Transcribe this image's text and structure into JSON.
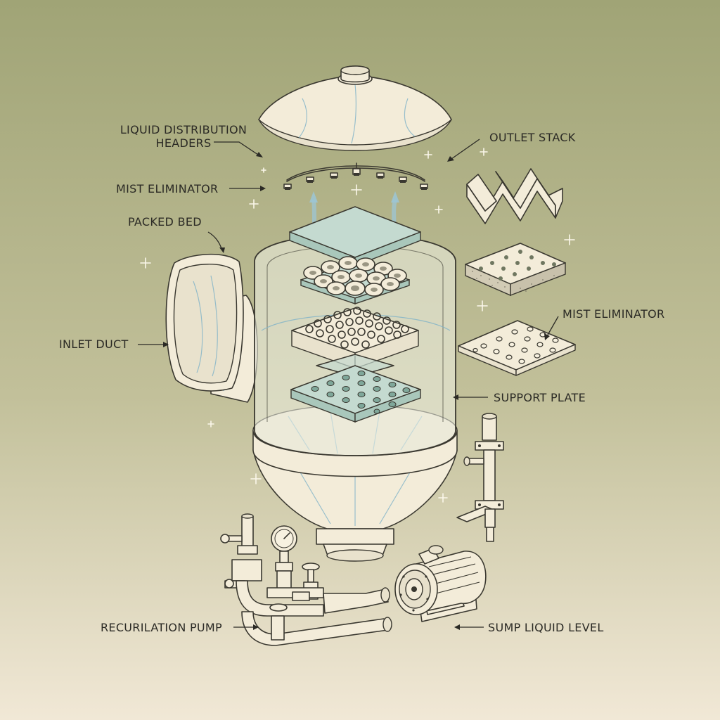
{
  "labels": {
    "liquid_distribution_headers": "LIQUID DISTRIBUTION\nHEADERS",
    "mist_eliminator_left": "MIST ELIMINATOR",
    "packed_bed": "PACKED BED",
    "inlet_duct": "INLET DUCT",
    "outlet_stack": "OUTLET STACK",
    "mist_eliminator_right": "MIST ELIMINATOR",
    "support_plate": "SUPPORT PLATE",
    "recirculation_pump": "RECURILATION PUMP",
    "sump_liquid_level": "SUMP LIQUID LEVEL"
  },
  "colors": {
    "background_top": "#a0a476",
    "background_bottom": "#f1e8d6",
    "line": "#3a3830",
    "component_fill": "#f3ecd9",
    "plate_teal": "#c4dad0",
    "flow_blue": "#7fb3c8"
  }
}
